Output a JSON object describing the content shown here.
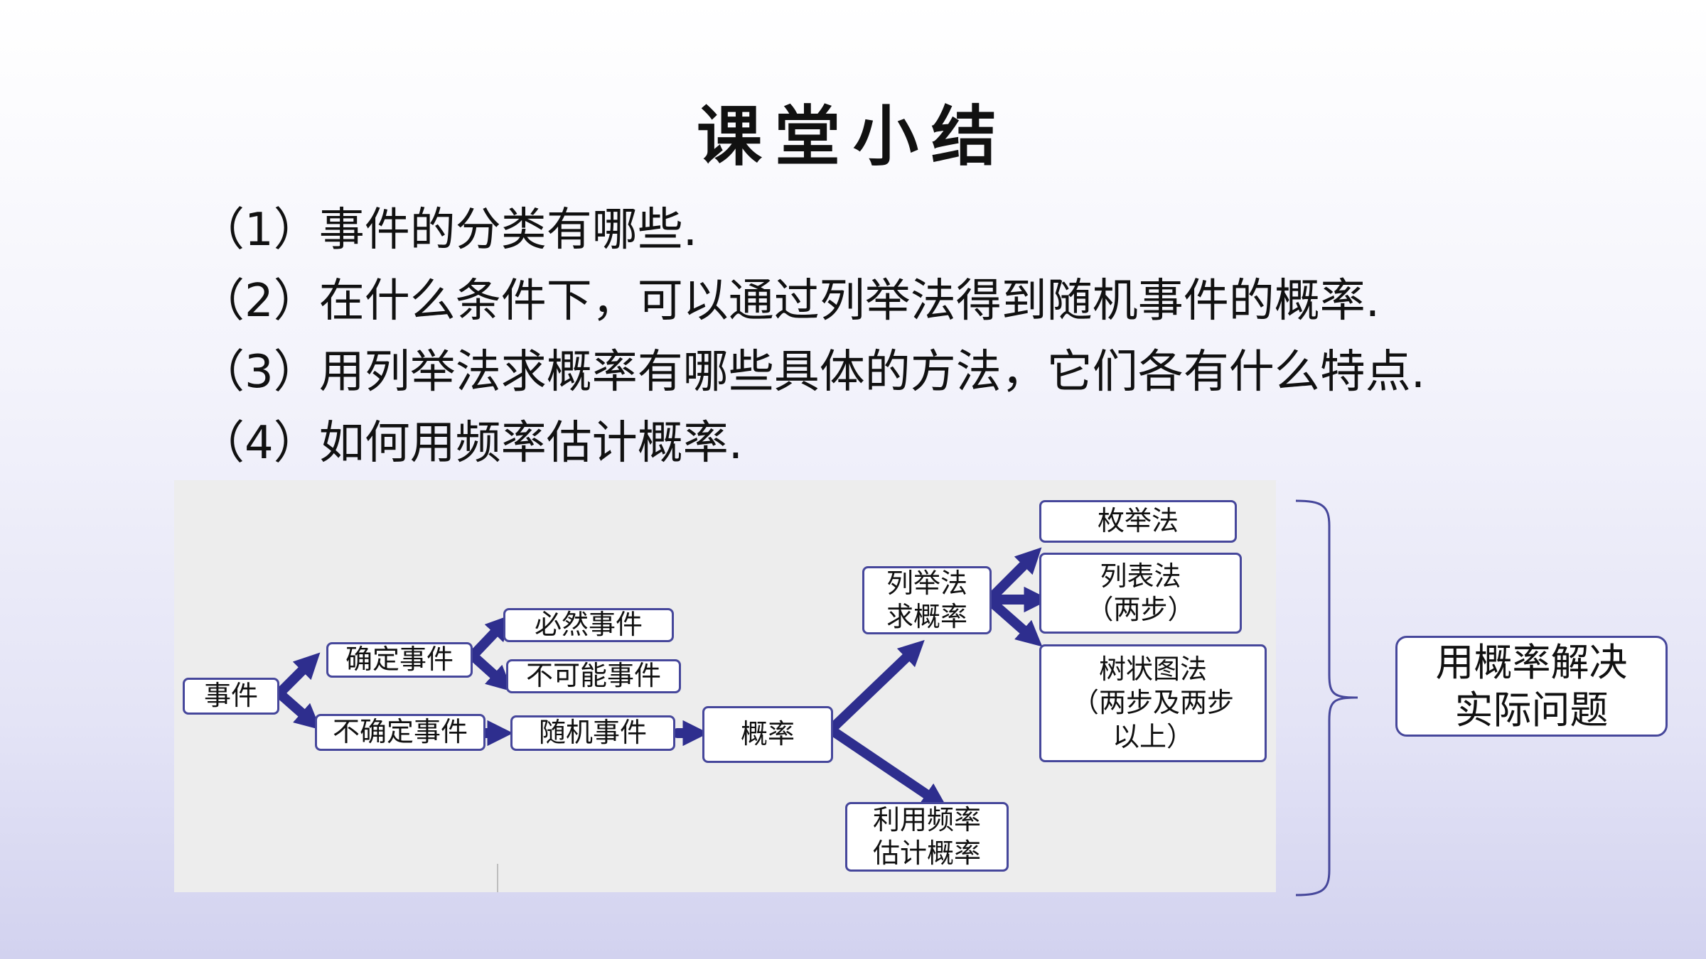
{
  "title": "课堂小结",
  "questions": [
    "（1）事件的分类有哪些.",
    "（2）在什么条件下，可以通过列举法得到随机事件的概率.",
    "（3）用列举法求概率有哪些具体的方法，它们各有什么特点.",
    "（4）如何用频率估计概率."
  ],
  "diagram": {
    "event": "事件",
    "certain": "确定事件",
    "inevitable": "必然事件",
    "impossible": "不可能事件",
    "uncertain": "不确定事件",
    "random": "随机事件",
    "probability": "概率",
    "listing": [
      "列举法",
      "求概率"
    ],
    "enumeration": "枚举法",
    "table": [
      "列表法",
      "（两步）"
    ],
    "tree": [
      "树状图法",
      "（两步及两步",
      "以上）"
    ],
    "frequency": [
      "利用频率",
      "估计概率"
    ]
  },
  "conclusion": [
    "用概率解决",
    "实际问题"
  ],
  "colors": {
    "accent": "#2e2e8e",
    "box_border": "#46479b",
    "panel": "#ededed"
  }
}
